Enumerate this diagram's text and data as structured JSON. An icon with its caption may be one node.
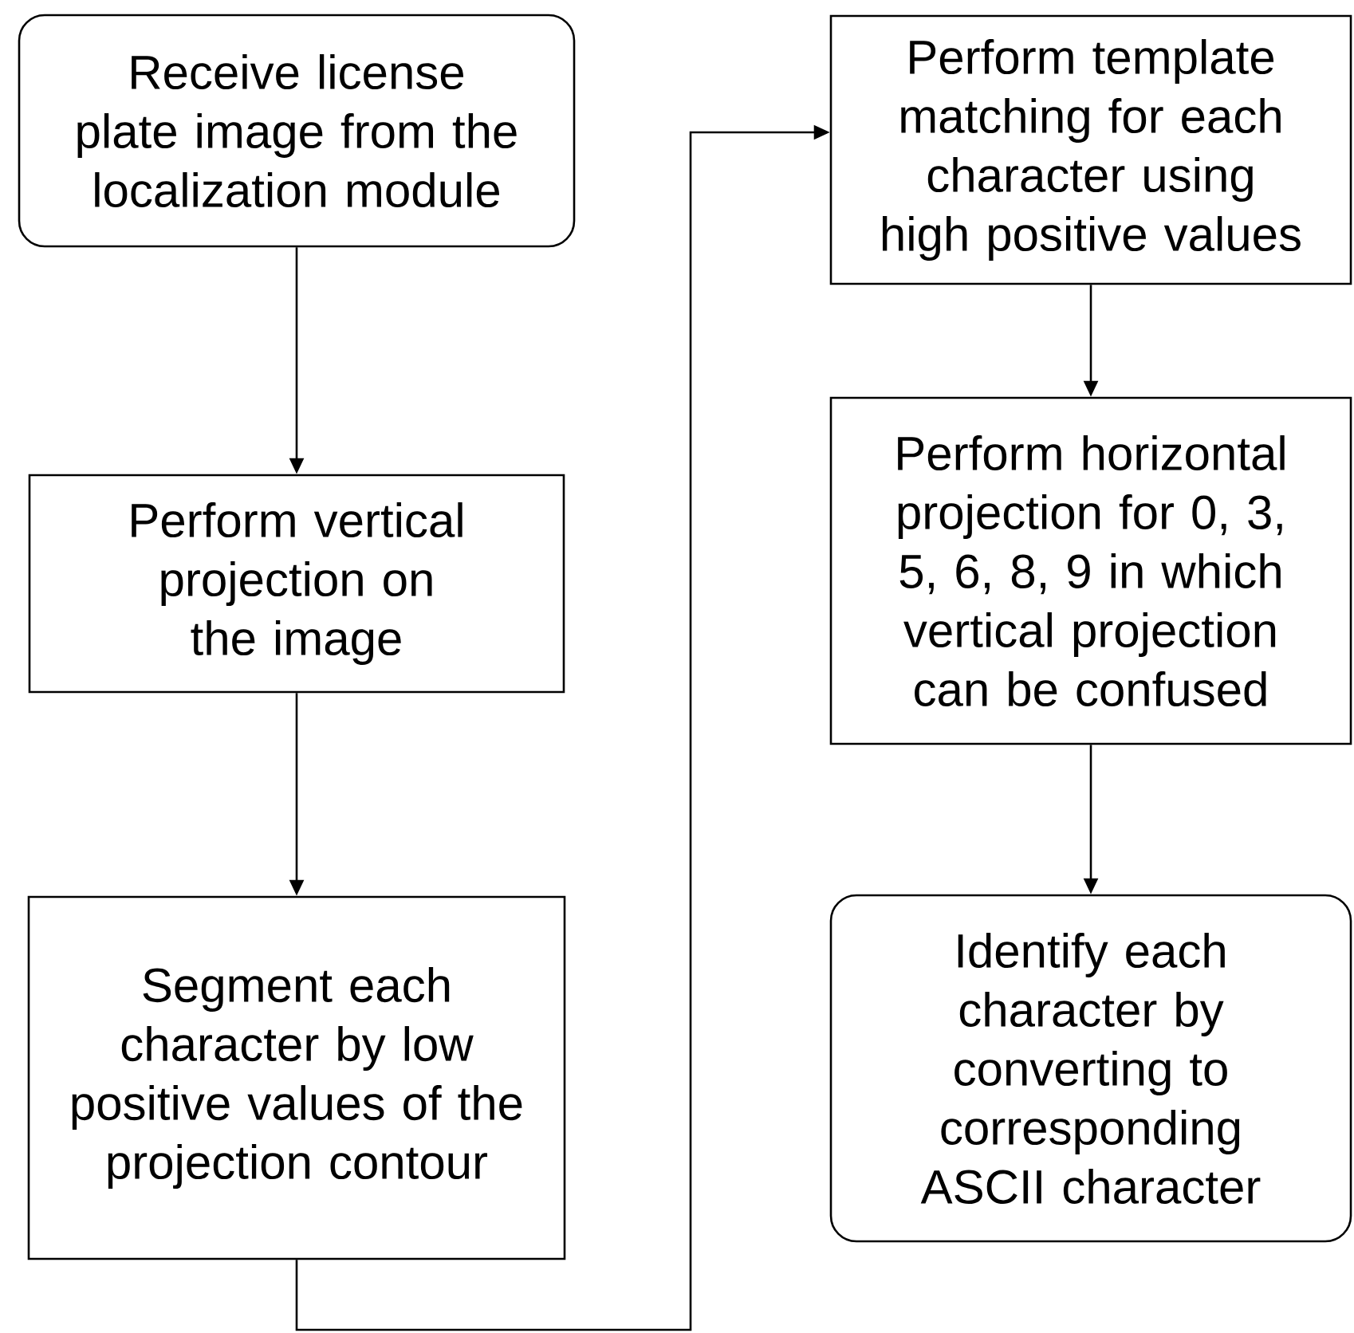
{
  "diagram": {
    "nodes": [
      {
        "text": [
          "Receive license plate image from the localization module"
        ]
      },
      {
        "text": [
          "Perform vertical projection on the image"
        ]
      },
      {
        "text": [
          "Segment each character by low positive values of the projection contour"
        ]
      },
      {
        "text": [
          "Perform template matching for each character using high positive values"
        ]
      },
      {
        "text": [
          "Perform horizontal projection for 0, 3, 5, 6, 8, 9 in which vertical projection can be confused"
        ]
      },
      {
        "text": [
          "Identify each character by converting to corresponding ASCII character"
        ]
      }
    ],
    "edges": [
      {
        "from": 0,
        "to": 1,
        "arrow": "to"
      },
      {
        "from": 1,
        "to": 2,
        "arrow": "to"
      },
      {
        "from": 2,
        "to": 3,
        "arrow": "to"
      },
      {
        "from": 3,
        "to": 4,
        "arrow": "to"
      },
      {
        "from": 4,
        "to": 5,
        "arrow": "to"
      }
    ]
  }
}
